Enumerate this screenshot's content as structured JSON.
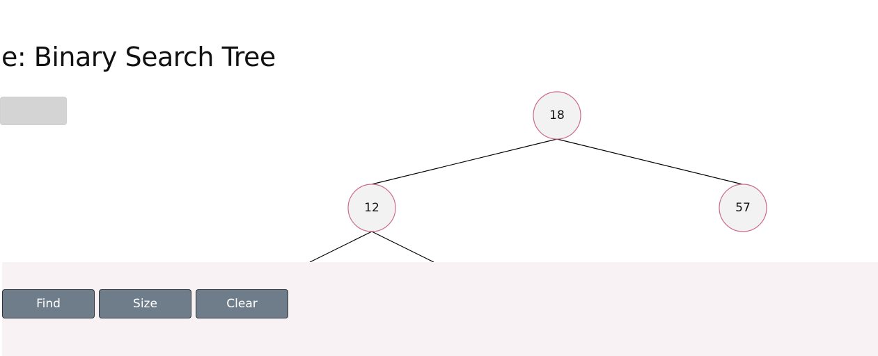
{
  "page": {
    "title": "e: Binary Search Tree"
  },
  "tree": {
    "nodes": [
      {
        "id": "root",
        "value": "18"
      },
      {
        "id": "left",
        "value": "12"
      },
      {
        "id": "right",
        "value": "57"
      }
    ]
  },
  "controls": {
    "find_label": "Find",
    "size_label": "Size",
    "clear_label": "Clear"
  },
  "colors": {
    "node_fill": "#f2f2f2",
    "node_stroke": "#cc6b8a",
    "button_bg": "#6f7d8b",
    "panel_bg": "#f8f2f4"
  }
}
